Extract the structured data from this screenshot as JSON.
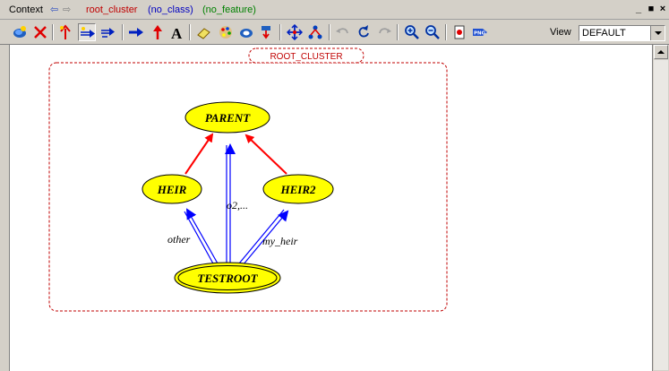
{
  "header": {
    "context_label": "Context",
    "cluster": "root_cluster",
    "class": "(no_class)",
    "feature": "(no_feature)"
  },
  "toolbar": {
    "view_label": "View",
    "view_value": "DEFAULT"
  },
  "diagram": {
    "cluster_name": "ROOT_CLUSTER",
    "classes": [
      "PARENT",
      "HEIR",
      "HEIR2",
      "TESTROOT"
    ],
    "relations": [
      "o2,...",
      "other",
      "my_heir"
    ]
  },
  "colors": {
    "inheritance": "#ff0000",
    "client": "#0000ff",
    "class_fill": "#ffff00",
    "cluster_border": "#c00000"
  },
  "icons": [
    "new-class-icon",
    "delete-icon",
    "inheritance-tool-icon",
    "client-tool-icon",
    "client-supplier-tool-icon",
    "arrow-right-icon",
    "arrow-up-icon",
    "text-A-icon",
    "eraser-icon",
    "color-palette-icon",
    "fill-icon",
    "link-icon",
    "move-icon",
    "layout-icon",
    "undo-icon",
    "redo-icon",
    "redo2-icon",
    "zoom-in-icon",
    "zoom-out-icon",
    "export-icon",
    "png-icon"
  ]
}
